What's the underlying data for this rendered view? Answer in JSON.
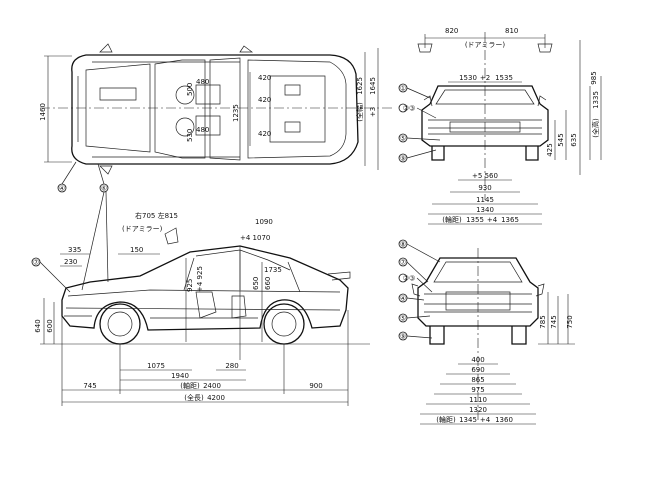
{
  "top_view": {
    "total_length": "1460",
    "total_width_label": "(全幅)",
    "width_a": "1625",
    "width_b": "+3",
    "width_c": "1645",
    "dims": [
      "480",
      "500",
      "530",
      "480",
      "420",
      "420",
      "420",
      "1235"
    ],
    "callouts": [
      "④",
      "⑥"
    ]
  },
  "front_view": {
    "mirror_left": "820",
    "mirror_right": "810",
    "mirror_label": "(ドアミラー)",
    "mirror_height": "985",
    "width_top_a": "1530",
    "width_top_b": "+2",
    "width_top_c": "1535",
    "total_height_label": "(全高)",
    "total_height": "1335",
    "vertical_dims": [
      "425",
      "545",
      "635"
    ],
    "callouts": [
      "①",
      "②③",
      "⑤",
      "⑨"
    ],
    "widths": [
      "+5 560",
      "930",
      "1145",
      "1340"
    ],
    "tread_label": "(輪距)",
    "tread_a": "1355",
    "tread_b": "+4",
    "tread_c": "1365"
  },
  "side_view": {
    "mirror_label_a": "右705 左815",
    "mirror_label_b": "(ドアミラー)",
    "dims_top": [
      "335",
      "230",
      "150"
    ],
    "dims_roof": [
      "1090",
      "+4 1070",
      "1735"
    ],
    "dims_inner": [
      "925",
      "+4 925",
      "650",
      "660"
    ],
    "left_heights": [
      "640",
      "600"
    ],
    "bottom_dims": [
      "1075",
      "1940",
      "280"
    ],
    "wheelbase_label": "(軸距)",
    "wheelbase": "2400",
    "front_overhang": "745",
    "rear_overhang": "900",
    "total_label": "(全長)",
    "total_length": "4200",
    "callouts": [
      "⑦"
    ]
  },
  "rear_view": {
    "callouts": [
      "⑧",
      "⑦",
      "②③",
      "④",
      "⑤",
      "⑨"
    ],
    "vertical_dims": [
      "785",
      "745",
      "750"
    ],
    "widths": [
      "400",
      "690",
      "865",
      "975",
      "1110",
      "1320"
    ],
    "tread_label": "(輪距)",
    "tread_a": "1345",
    "tread_b": "+4",
    "tread_c": "1360"
  }
}
